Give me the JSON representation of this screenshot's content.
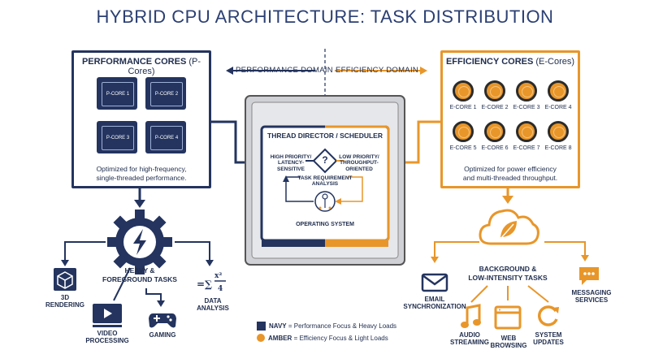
{
  "title": "HYBRID CPU ARCHITECTURE: TASK DISTRIBUTION",
  "colors": {
    "navy": "#24345f",
    "amber": "#e8962a"
  },
  "domains": {
    "performance": "PERFORMANCE DOMAIN",
    "efficiency": "EFFICIENCY DOMAIN"
  },
  "pcores": {
    "title_bold": "PERFORMANCE CORES",
    "title_rest": "(P-Cores)",
    "cores": [
      "P-CORE 1",
      "P-CORE 2",
      "P-CORE 3",
      "P-CORE 4"
    ],
    "caption_line1": "Optimized for high-frequency,",
    "caption_line2": "single-threaded performance."
  },
  "ecores": {
    "title_bold": "EFFICIENCY CORES",
    "title_rest": "(E-Cores)",
    "cores": [
      "E-CORE 1",
      "E-CORE 2",
      "E-CORE 3",
      "E-CORE 4",
      "E-CORE 5",
      "E-CORE 6",
      "E-CORE 7",
      "E-CORE 8"
    ],
    "caption_line1": "Optimized for power efficiency",
    "caption_line2": "and multi-threaded throughput."
  },
  "scheduler": {
    "title": "THREAD DIRECTOR / SCHEDULER",
    "high_line1": "HIGH PRIORITY/",
    "high_line2": "LATENCY-",
    "high_line3": "SENSITIVE",
    "low_line1": "LOW PRIORITY/",
    "low_line2": "THROUGHPUT-",
    "low_line3": "ORIENTED",
    "decision": "?",
    "analysis_line1": "TASK REQUIREMENT",
    "analysis_line2": "ANALYSIS",
    "os": "OPERATING SYSTEM"
  },
  "heavy": {
    "label_line1": "HEAVY &",
    "label_line2": "FOREGROUND TASKS",
    "tasks": [
      {
        "line1": "3D",
        "line2": "RENDERING",
        "icon": "cube-icon"
      },
      {
        "line1": "VIDEO",
        "line2": "PROCESSING",
        "icon": "video-icon"
      },
      {
        "line1": "GAMING",
        "line2": "",
        "icon": "gamepad-icon"
      },
      {
        "line1": "DATA",
        "line2": "ANALYSIS",
        "icon": "sum-formula-icon"
      }
    ]
  },
  "light": {
    "label_line1": "BACKGROUND &",
    "label_line2": "LOW-INTENSITY TASKS",
    "tasks": [
      {
        "line1": "EMAIL",
        "line2": "SYNCHRONIZATION",
        "icon": "mail-icon"
      },
      {
        "line1": "AUDIO",
        "line2": "STREAMING",
        "icon": "music-icon"
      },
      {
        "line1": "WEB BROWSING",
        "line2": "",
        "icon": "browser-icon"
      },
      {
        "line1": "SYSTEM",
        "line2": "UPDATES",
        "icon": "refresh-icon"
      },
      {
        "line1": "MESSAGING",
        "line2": "SERVICES",
        "icon": "chat-icon"
      }
    ]
  },
  "legend": {
    "navy_key": "NAVY",
    "navy_text": "= Performance Focus & Heavy Loads",
    "amber_key": "AMBER",
    "amber_text": "= Efficiency Focus & Light Loads"
  }
}
